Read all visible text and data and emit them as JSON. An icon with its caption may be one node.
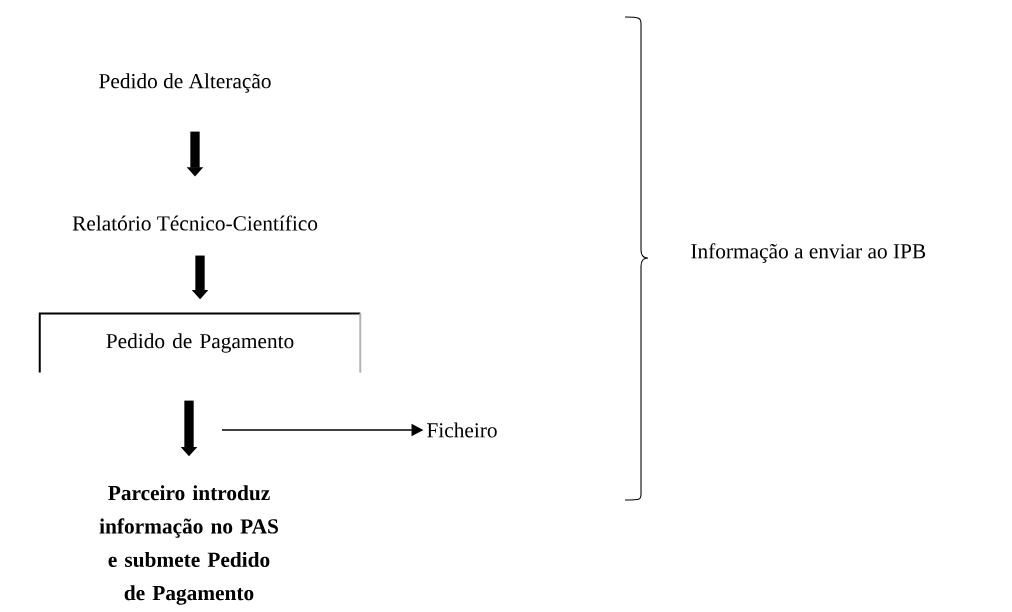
{
  "diagram": {
    "nodes": [
      {
        "text": [
          "Pedido de Alteração"
        ]
      },
      {
        "text": [
          "Relatório Técnico-Científico"
        ]
      },
      {
        "text": [
          "Pedido de Pagamento"
        ]
      },
      {
        "text": [
          "Parceiro introduz informação no PAS e submete Pedido de Pagamento"
        ]
      },
      {
        "text": [
          "Ficheiro"
        ]
      }
    ],
    "edges": [
      {
        "from": 0,
        "to": 1,
        "arrow": "to"
      },
      {
        "from": 1,
        "to": 2,
        "arrow": "to"
      },
      {
        "from": 2,
        "to": 3,
        "arrow": "to"
      },
      {
        "from": null,
        "to": 4,
        "arrow": "to"
      }
    ],
    "labels": [
      "Informação a enviar ao IPB"
    ]
  }
}
